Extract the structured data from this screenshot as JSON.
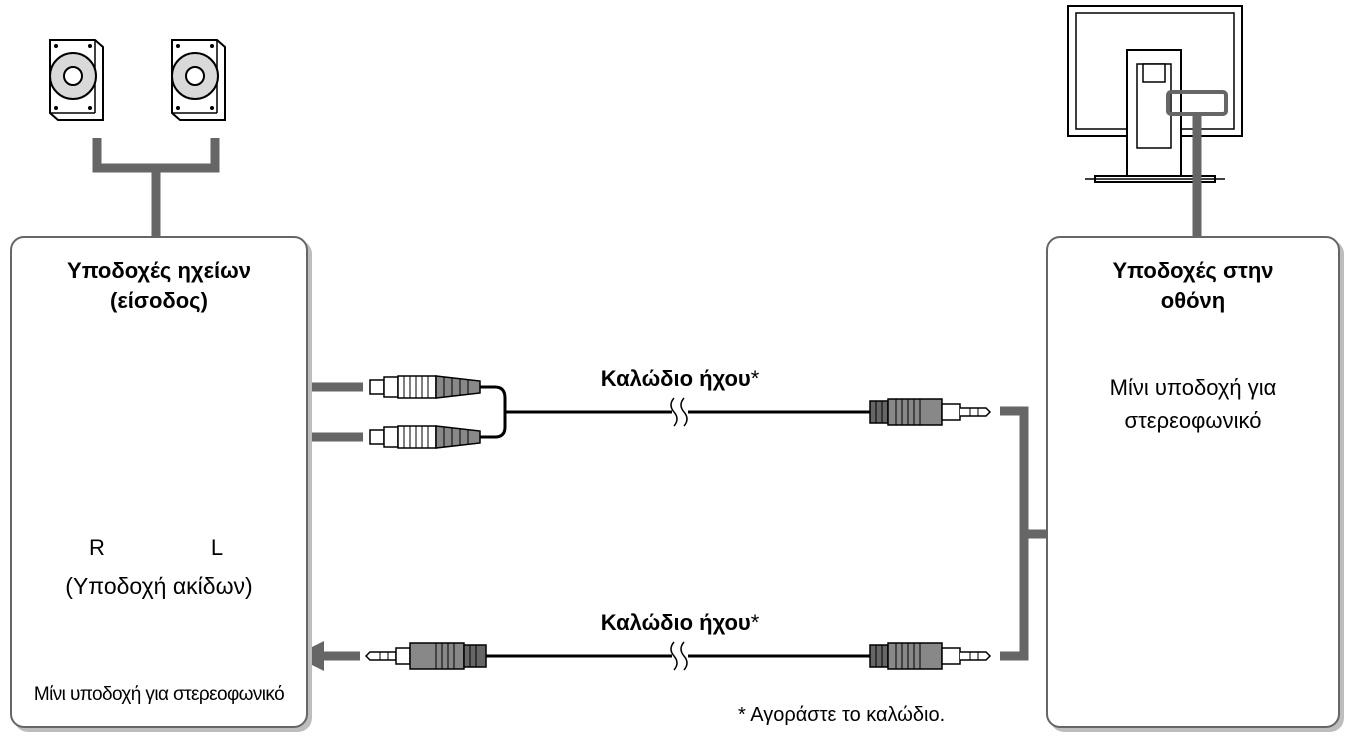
{
  "left_panel": {
    "title_line1": "Υποδοχές ηχείων",
    "title_line2": "(είσοδος)",
    "jack_r_label": "R",
    "jack_l_label": "L",
    "pin_jack_label": "(Υποδοχή ακίδων)",
    "mini_jack_label": "Μίνι υποδοχή για στερεοφωνικό"
  },
  "right_panel": {
    "title_line1": "Υποδοχές στην",
    "title_line2": "οθόνη",
    "jack_line1": "Μίνι υποδοχή για",
    "jack_line2": "στερεοφωνικό",
    "audio_out_icon": "audio-out-icon"
  },
  "cables": {
    "top_label": "Καλώδιο ήχου",
    "bottom_label": "Καλώδιο ήχου",
    "asterisk": "*"
  },
  "footnote": "* Αγοράστε το καλώδιο.",
  "colors": {
    "line": "#666666",
    "panel_shadow": "#bdbdbd",
    "cable": "#000000"
  }
}
